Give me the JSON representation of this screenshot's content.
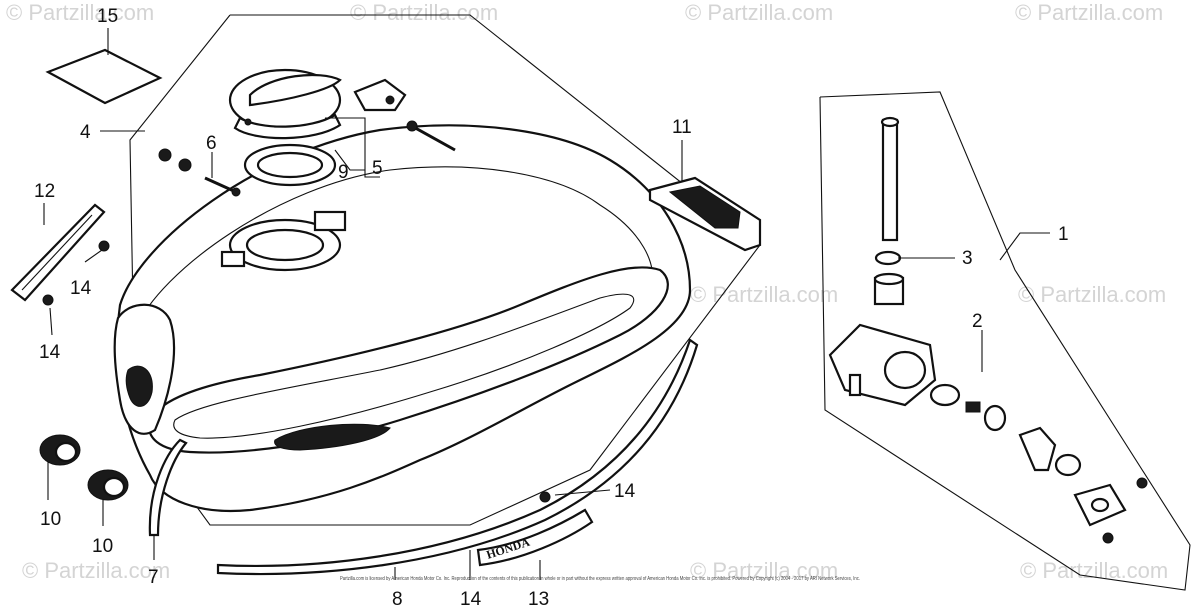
{
  "watermark": "© Partzilla.com",
  "copyright": "Partzilla.com is licensed by American Honda Motor Co. Inc. Reproduction of the contents of this publication in whole or in part without the express written approval of American Honda Motor Co. Inc. is prohibited. Powered by Copyright (c) 2004 - 2017 by ARI Network Services, Inc.",
  "emblem_text": "HONDA",
  "callouts": {
    "c1": "1",
    "c2": "2",
    "c3": "3",
    "c4": "4",
    "c5": "5",
    "c6": "6",
    "c7": "7",
    "c8": "8",
    "c9": "9",
    "c10a": "10",
    "c10b": "10",
    "c11": "11",
    "c12": "12",
    "c13": "13",
    "c14a": "14",
    "c14b": "14",
    "c14c": "14",
    "c14d": "14",
    "c15": "15"
  }
}
